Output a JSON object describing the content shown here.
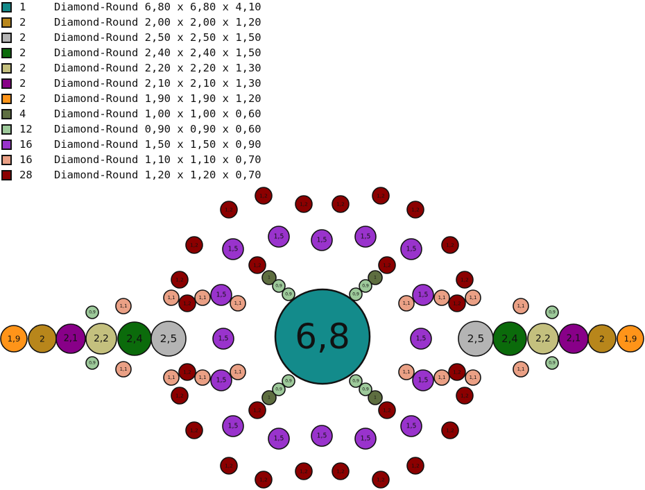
{
  "legend": [
    {
      "count": "1",
      "name": "Diamond-Round",
      "dims": "6,80 x 6,80 x 4,10",
      "short": "6,8",
      "size": 6.8,
      "color": "#138b8b"
    },
    {
      "count": "2",
      "name": "Diamond-Round",
      "dims": "2,00 x 2,00 x 1,20",
      "short": "2",
      "size": 2.0,
      "color": "#b8861b"
    },
    {
      "count": "2",
      "name": "Diamond-Round",
      "dims": "2,50 x 2,50 x 1,50",
      "short": "2,5",
      "size": 2.5,
      "color": "#b4b4b4"
    },
    {
      "count": "2",
      "name": "Diamond-Round",
      "dims": "2,40 x 2,40 x 1,50",
      "short": "2,4",
      "size": 2.4,
      "color": "#0b6b0b"
    },
    {
      "count": "2",
      "name": "Diamond-Round",
      "dims": "2,20 x 2,20 x 1,30",
      "short": "2,2",
      "size": 2.2,
      "color": "#c4c07e"
    },
    {
      "count": "2",
      "name": "Diamond-Round",
      "dims": "2,10 x 2,10 x 1,30",
      "short": "2,1",
      "size": 2.1,
      "color": "#880088"
    },
    {
      "count": "2",
      "name": "Diamond-Round",
      "dims": "1,90 x 1,90 x 1,20",
      "short": "1,9",
      "size": 1.9,
      "color": "#ff9419"
    },
    {
      "count": "4",
      "name": "Diamond-Round",
      "dims": "1,00 x 1,00 x 0,60",
      "short": "1",
      "size": 1.0,
      "color": "#5e6e40"
    },
    {
      "count": "12",
      "name": "Diamond-Round",
      "dims": "0,90 x 0,90 x 0,60",
      "short": "0,9",
      "size": 0.9,
      "color": "#9dc99a"
    },
    {
      "count": "16",
      "name": "Diamond-Round",
      "dims": "1,50 x 1,50 x 0,90",
      "short": "1,5",
      "size": 1.5,
      "color": "#9933cc"
    },
    {
      "count": "16",
      "name": "Diamond-Round",
      "dims": "1,10 x 1,10 x 0,70",
      "short": "1,1",
      "size": 1.1,
      "color": "#eaa085"
    },
    {
      "count": "28",
      "name": "Diamond-Round",
      "dims": "1,20 x 1,20 x 0,70",
      "short": "1,2",
      "size": 1.2,
      "color": "#8b0000"
    }
  ]
}
